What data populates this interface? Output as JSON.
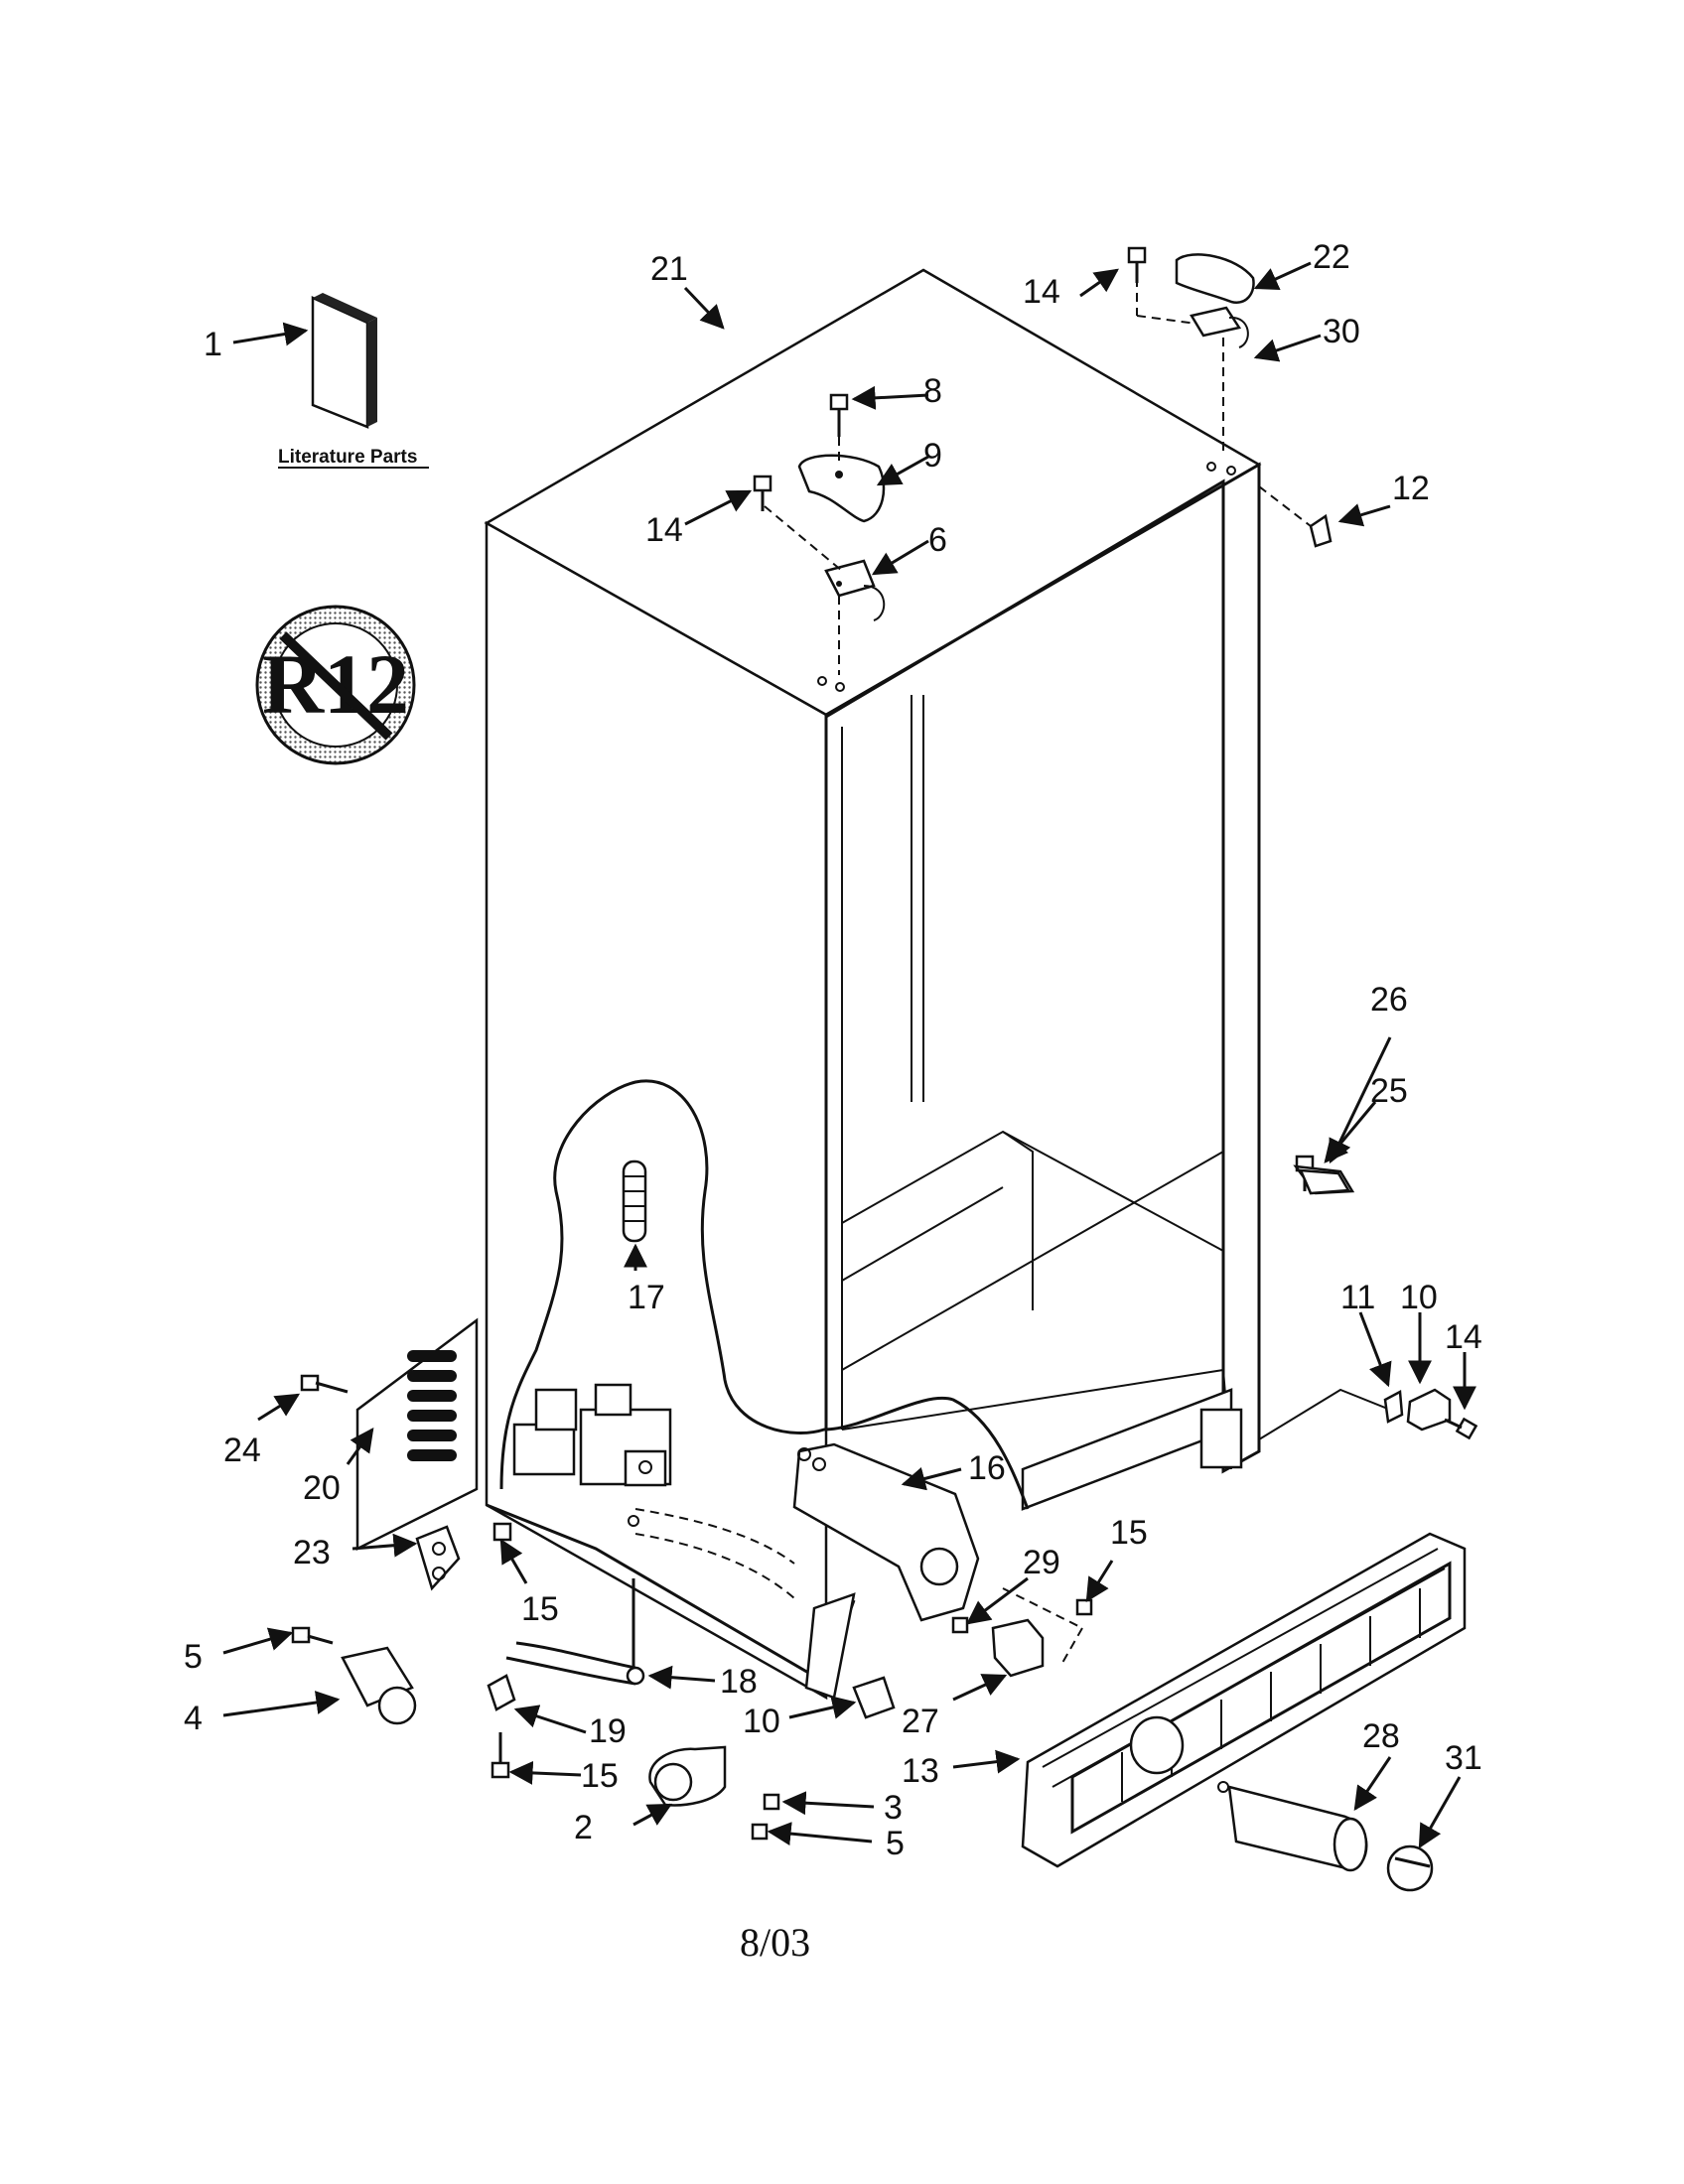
{
  "literature_label": "Literature Parts",
  "r12_symbol_text": "R12",
  "date": "8/03",
  "callouts": [
    "1",
    "21",
    "14",
    "22",
    "30",
    "8",
    "9",
    "14",
    "6",
    "12",
    "26",
    "25",
    "17",
    "11",
    "10",
    "14",
    "24",
    "20",
    "16",
    "23",
    "15",
    "29",
    "15",
    "5",
    "18",
    "4",
    "19",
    "10",
    "27",
    "13",
    "28",
    "31",
    "15",
    "3",
    "2",
    "5"
  ],
  "icons": {
    "arrow": "arrow-icon",
    "prohibition": "no-r12-icon"
  }
}
